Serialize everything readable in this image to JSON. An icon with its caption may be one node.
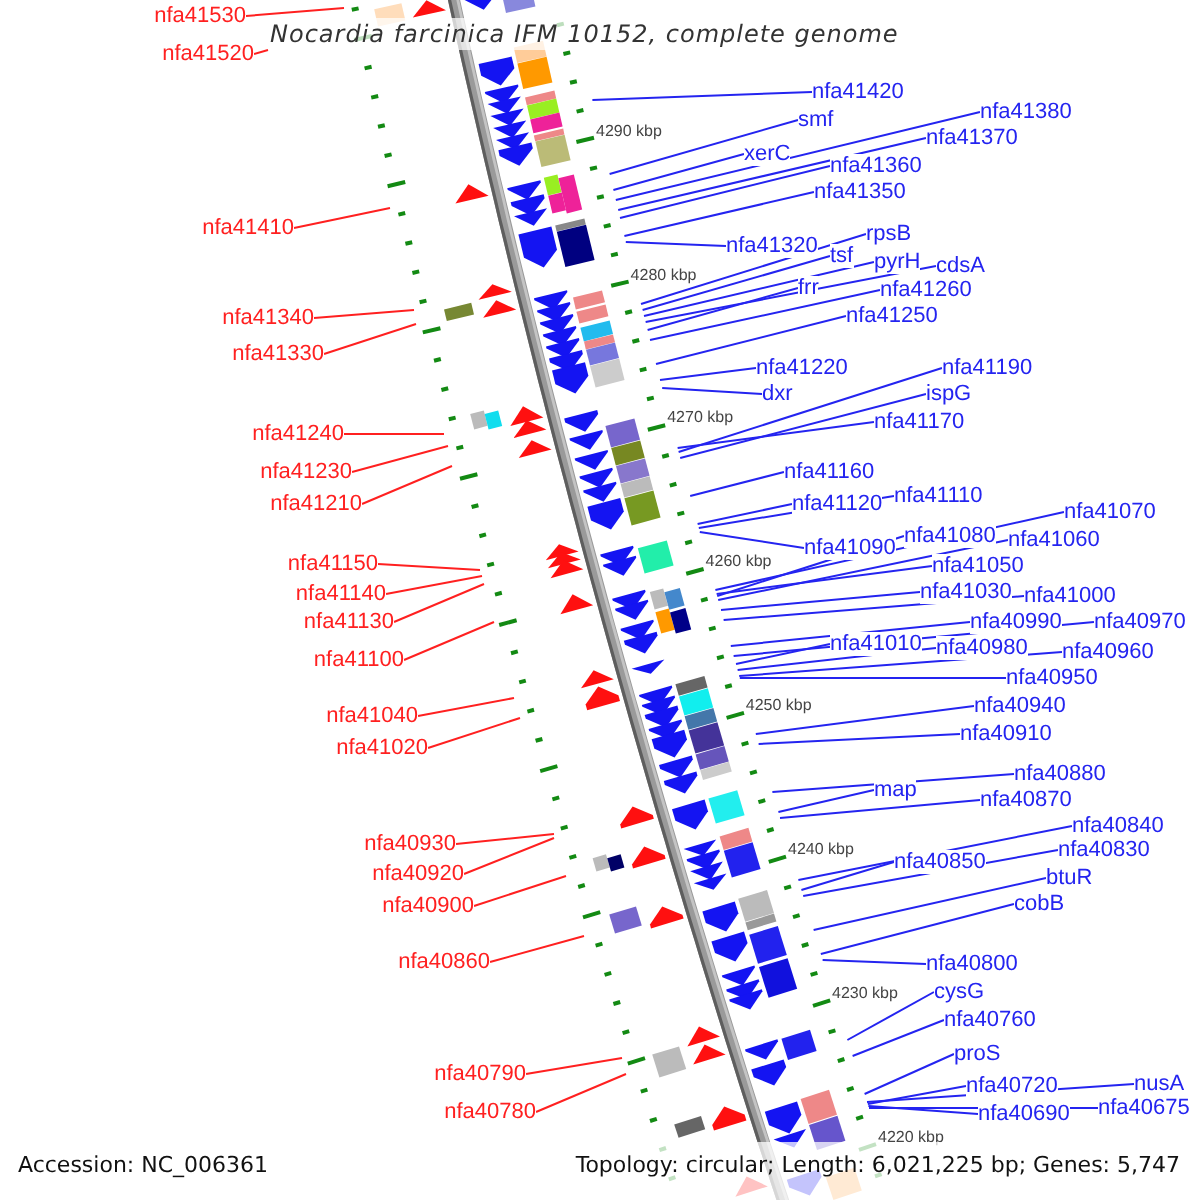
{
  "diagram": {
    "title": "Nocardia farcinica IFM 10152, complete genome",
    "nodes": [
      {
        "text": [
          "nfa41530"
        ]
      },
      {
        "text": [
          "nfa41520"
        ]
      },
      {
        "text": [
          "nfa41410"
        ]
      },
      {
        "text": [
          "nfa41340"
        ]
      },
      {
        "text": [
          "nfa41330"
        ]
      },
      {
        "text": [
          "nfa41240"
        ]
      },
      {
        "text": [
          "nfa41230"
        ]
      },
      {
        "text": [
          "nfa41210"
        ]
      },
      {
        "text": [
          "nfa41150"
        ]
      },
      {
        "text": [
          "nfa41140"
        ]
      },
      {
        "text": [
          "nfa41130"
        ]
      },
      {
        "text": [
          "nfa41100"
        ]
      },
      {
        "text": [
          "nfa41040"
        ]
      },
      {
        "text": [
          "nfa41020"
        ]
      },
      {
        "text": [
          "nfa40930"
        ]
      },
      {
        "text": [
          "nfa40920"
        ]
      },
      {
        "text": [
          "nfa40900"
        ]
      },
      {
        "text": [
          "nfa40860"
        ]
      },
      {
        "text": [
          "nfa40790"
        ]
      },
      {
        "text": [
          "nfa40780"
        ]
      },
      {
        "text": [
          "nfa41420"
        ]
      },
      {
        "text": [
          "smf"
        ]
      },
      {
        "text": [
          "nfa41380"
        ]
      },
      {
        "text": [
          "xerC"
        ]
      },
      {
        "text": [
          "nfa41370"
        ]
      },
      {
        "text": [
          "nfa41360"
        ]
      },
      {
        "text": [
          "nfa41350"
        ]
      },
      {
        "text": [
          "nfa41320"
        ]
      },
      {
        "text": [
          "rpsB"
        ]
      },
      {
        "text": [
          "tsf"
        ]
      },
      {
        "text": [
          "pyrH"
        ]
      },
      {
        "text": [
          "cdsA"
        ]
      },
      {
        "text": [
          "frr"
        ]
      },
      {
        "text": [
          "nfa41260"
        ]
      },
      {
        "text": [
          "nfa41250"
        ]
      },
      {
        "text": [
          "nfa41220"
        ]
      },
      {
        "text": [
          "nfa41190"
        ]
      },
      {
        "text": [
          "dxr"
        ]
      },
      {
        "text": [
          "ispG"
        ]
      },
      {
        "text": [
          "nfa41170"
        ]
      },
      {
        "text": [
          "nfa41160"
        ]
      },
      {
        "text": [
          "nfa41120"
        ]
      },
      {
        "text": [
          "nfa41110"
        ]
      },
      {
        "text": [
          "nfa41070"
        ]
      },
      {
        "text": [
          "nfa41090"
        ]
      },
      {
        "text": [
          "nfa41080"
        ]
      },
      {
        "text": [
          "nfa41060"
        ]
      },
      {
        "text": [
          "nfa41050"
        ]
      },
      {
        "text": [
          "nfa41030"
        ]
      },
      {
        "text": [
          "nfa41000"
        ]
      },
      {
        "text": [
          "nfa40990"
        ]
      },
      {
        "text": [
          "nfa40970"
        ]
      },
      {
        "text": [
          "nfa41010"
        ]
      },
      {
        "text": [
          "nfa40980"
        ]
      },
      {
        "text": [
          "nfa40960"
        ]
      },
      {
        "text": [
          "nfa40950"
        ]
      },
      {
        "text": [
          "nfa40940"
        ]
      },
      {
        "text": [
          "nfa40910"
        ]
      },
      {
        "text": [
          "nfa40880"
        ]
      },
      {
        "text": [
          "map"
        ]
      },
      {
        "text": [
          "nfa40870"
        ]
      },
      {
        "text": [
          "nfa40840"
        ]
      },
      {
        "text": [
          "nfa40830"
        ]
      },
      {
        "text": [
          "nfa40850"
        ]
      },
      {
        "text": [
          "btuR"
        ]
      },
      {
        "text": [
          "cobB"
        ]
      },
      {
        "text": [
          "nfa40800"
        ]
      },
      {
        "text": [
          "cysG"
        ]
      },
      {
        "text": [
          "nfa40760"
        ]
      },
      {
        "text": [
          "proS"
        ]
      },
      {
        "text": [
          "nfa40720"
        ]
      },
      {
        "text": [
          "nusA"
        ]
      },
      {
        "text": [
          "nfa40690"
        ]
      },
      {
        "text": [
          "nfa40675"
        ]
      }
    ],
    "edges": [
      {
        "from": 0,
        "to": null,
        "arrow": "none",
        "color": "#ff2020"
      },
      {
        "from": 1,
        "to": null,
        "arrow": "none",
        "color": "#ff2020"
      },
      {
        "from": 2,
        "to": null,
        "arrow": "none",
        "color": "#ff2020"
      },
      {
        "from": 3,
        "to": null,
        "arrow": "none",
        "color": "#ff2020"
      },
      {
        "from": 4,
        "to": null,
        "arrow": "none",
        "color": "#ff2020"
      },
      {
        "from": 5,
        "to": null,
        "arrow": "none",
        "color": "#ff2020"
      },
      {
        "from": 6,
        "to": null,
        "arrow": "none",
        "color": "#ff2020"
      },
      {
        "from": 7,
        "to": null,
        "arrow": "none",
        "color": "#ff2020"
      },
      {
        "from": 8,
        "to": null,
        "arrow": "none",
        "color": "#ff2020"
      },
      {
        "from": 9,
        "to": null,
        "arrow": "none",
        "color": "#ff2020"
      },
      {
        "from": 10,
        "to": null,
        "arrow": "none",
        "color": "#ff2020"
      },
      {
        "from": 11,
        "to": null,
        "arrow": "none",
        "color": "#ff2020"
      },
      {
        "from": 12,
        "to": null,
        "arrow": "none",
        "color": "#ff2020"
      },
      {
        "from": 13,
        "to": null,
        "arrow": "none",
        "color": "#ff2020"
      },
      {
        "from": 14,
        "to": null,
        "arrow": "none",
        "color": "#ff2020"
      },
      {
        "from": 15,
        "to": null,
        "arrow": "none",
        "color": "#ff2020"
      },
      {
        "from": 16,
        "to": null,
        "arrow": "none",
        "color": "#ff2020"
      },
      {
        "from": 17,
        "to": null,
        "arrow": "none",
        "color": "#ff2020"
      },
      {
        "from": 18,
        "to": null,
        "arrow": "none",
        "color": "#ff2020"
      },
      {
        "from": 19,
        "to": null,
        "arrow": "none",
        "color": "#ff2020"
      },
      {
        "from": 20,
        "to": null,
        "arrow": "none"
      },
      {
        "from": 21,
        "to": null,
        "arrow": "none"
      },
      {
        "from": 22,
        "to": null,
        "arrow": "none"
      },
      {
        "from": 23,
        "to": null,
        "arrow": "none"
      },
      {
        "from": 24,
        "to": null,
        "arrow": "none"
      },
      {
        "from": 25,
        "to": null,
        "arrow": "none"
      },
      {
        "from": 26,
        "to": null,
        "arrow": "none"
      },
      {
        "from": 27,
        "to": null,
        "arrow": "none"
      },
      {
        "from": 28,
        "to": null,
        "arrow": "none"
      },
      {
        "from": 29,
        "to": null,
        "arrow": "none"
      },
      {
        "from": 30,
        "to": null,
        "arrow": "none"
      },
      {
        "from": 31,
        "to": null,
        "arrow": "none"
      },
      {
        "from": 32,
        "to": null,
        "arrow": "none"
      },
      {
        "from": 33,
        "to": null,
        "arrow": "none"
      },
      {
        "from": 34,
        "to": null,
        "arrow": "none"
      },
      {
        "from": 35,
        "to": null,
        "arrow": "none"
      },
      {
        "from": 36,
        "to": null,
        "arrow": "none"
      },
      {
        "from": 37,
        "to": null,
        "arrow": "none"
      },
      {
        "from": 38,
        "to": null,
        "arrow": "none"
      },
      {
        "from": 39,
        "to": null,
        "arrow": "none"
      },
      {
        "from": 40,
        "to": null,
        "arrow": "none"
      },
      {
        "from": 41,
        "to": null,
        "arrow": "none"
      },
      {
        "from": 42,
        "to": null,
        "arrow": "none"
      },
      {
        "from": 43,
        "to": null,
        "arrow": "none"
      },
      {
        "from": 44,
        "to": null,
        "arrow": "none"
      },
      {
        "from": 45,
        "to": null,
        "arrow": "none"
      },
      {
        "from": 46,
        "to": null,
        "arrow": "none"
      },
      {
        "from": 47,
        "to": null,
        "arrow": "none"
      },
      {
        "from": 48,
        "to": null,
        "arrow": "none"
      },
      {
        "from": 49,
        "to": null,
        "arrow": "none"
      },
      {
        "from": 50,
        "to": null,
        "arrow": "none"
      },
      {
        "from": 51,
        "to": null,
        "arrow": "none"
      },
      {
        "from": 52,
        "to": null,
        "arrow": "none"
      },
      {
        "from": 53,
        "to": null,
        "arrow": "none"
      },
      {
        "from": 54,
        "to": null,
        "arrow": "none"
      },
      {
        "from": 55,
        "to": null,
        "arrow": "none"
      },
      {
        "from": 56,
        "to": null,
        "arrow": "none"
      },
      {
        "from": 57,
        "to": null,
        "arrow": "none"
      },
      {
        "from": 58,
        "to": null,
        "arrow": "none"
      },
      {
        "from": 59,
        "to": null,
        "arrow": "none"
      },
      {
        "from": 60,
        "to": null,
        "arrow": "none"
      },
      {
        "from": 61,
        "to": null,
        "arrow": "none"
      },
      {
        "from": 62,
        "to": null,
        "arrow": "none"
      },
      {
        "from": 63,
        "to": null,
        "arrow": "none"
      },
      {
        "from": 64,
        "to": null,
        "arrow": "none"
      },
      {
        "from": 65,
        "to": null,
        "arrow": "none"
      },
      {
        "from": 66,
        "to": null,
        "arrow": "none"
      },
      {
        "from": 67,
        "to": null,
        "arrow": "none"
      },
      {
        "from": 68,
        "to": null,
        "arrow": "none"
      },
      {
        "from": 69,
        "to": null,
        "arrow": "none"
      },
      {
        "from": 70,
        "to": null,
        "arrow": "none"
      },
      {
        "from": 71,
        "to": null,
        "arrow": "none"
      },
      {
        "from": 72,
        "to": null,
        "arrow": "none"
      },
      {
        "from": 73,
        "to": null,
        "arrow": "none"
      }
    ],
    "labels": [
      "4290 kbp",
      "4280 kbp",
      "4270 kbp",
      "4260 kbp",
      "4250 kbp",
      "4240 kbp",
      "4230 kbp",
      "4220 kbp",
      "Accession: NC_006361",
      "Topology: circular; Length: 6,021,225 bp; Genes: 5,747"
    ]
  }
}
